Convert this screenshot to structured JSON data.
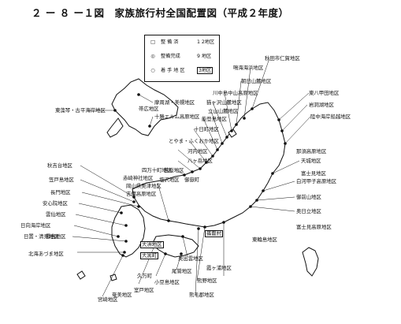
{
  "title": "２ ー ８ ー１図　家族旅行村全国配置図（平成２年度）",
  "legend": {
    "rows": [
      {
        "symbol": "□",
        "label": "整 備 済",
        "count": "1 2地区"
      },
      {
        "symbol": "◎",
        "label": "整備完成",
        "count": "9 地区"
      },
      {
        "symbol": "○",
        "label": "着 手 地 区",
        "count": "3地区"
      }
    ]
  },
  "labels": [
    {
      "id": "akita-nikaho",
      "text": "秋田市仁賀地区"
    },
    {
      "id": "narumi",
      "text": "鳴海海浜地区"
    },
    {
      "id": "asahiyama",
      "text": "朝日山麓地区"
    },
    {
      "id": "hachinohe",
      "text": "東八甲田地区"
    },
    {
      "id": "iwate",
      "text": "岩洞湖地区"
    },
    {
      "id": "rikuchu",
      "text": "陸中海岸船越地区"
    },
    {
      "id": "kawanakajima",
      "text": "川中島中山高原地区"
    },
    {
      "id": "shirakaba",
      "text": "猫ヶ沢山麓地区"
    },
    {
      "id": "tateyama",
      "text": "立山山麓地区"
    },
    {
      "id": "nose",
      "text": "能登島地区"
    },
    {
      "id": "tokamachi",
      "text": "十日町地区"
    },
    {
      "id": "echizen",
      "text": "とやま・ふくおか地区"
    },
    {
      "id": "kawachi",
      "text": "河内地区"
    },
    {
      "id": "iga",
      "text": "八ヶ岳地区"
    },
    {
      "id": "wakasa",
      "text": "若桜地区"
    },
    {
      "id": "amagi",
      "text": "天城地区"
    },
    {
      "id": "shirakawa",
      "text": "白河甲子高原地区"
    },
    {
      "id": "mito",
      "text": "御前山地区"
    },
    {
      "id": "oku",
      "text": "奥日立地区"
    },
    {
      "id": "ogasawara",
      "text": "富士見高原地区"
    },
    {
      "id": "tohoku",
      "text": "東輪島地区"
    },
    {
      "id": "akiyoshi",
      "text": "秋吉台地区"
    },
    {
      "id": "kasado",
      "text": "笠戸島地区"
    },
    {
      "id": "nagato",
      "text": "長門地区"
    },
    {
      "id": "ajimu",
      "text": "安心院地区"
    },
    {
      "id": "unzen",
      "text": "雲仙地区"
    },
    {
      "id": "hyuga",
      "text": "日向海岸地区"
    },
    {
      "id": "hayasaki",
      "text": "日置・清見地区"
    },
    {
      "id": "kirishima",
      "text": "霧島地区"
    },
    {
      "id": "ebino",
      "text": "北海あづま地区"
    },
    {
      "id": "shimanto",
      "text": "四万十町地区"
    },
    {
      "id": "kasaoka",
      "text": "赤崎神社地区"
    },
    {
      "id": "okayama",
      "text": "岡山県奥津地区"
    },
    {
      "id": "oguni",
      "text": "吉備高原地区"
    },
    {
      "id": "sanin",
      "text": "奥出雲地区"
    },
    {
      "id": "kumano",
      "text": "熊野地区"
    },
    {
      "id": "totsukawa",
      "text": "尾鷲地区"
    },
    {
      "id": "kinan",
      "text": "小豆島地区"
    },
    {
      "id": "kazu",
      "text": "大洲地区"
    },
    {
      "id": "daikoku",
      "text": "大黒町"
    },
    {
      "id": "kume",
      "text": "久万町"
    },
    {
      "id": "muroto",
      "text": "室戸地区"
    },
    {
      "id": "toyooka",
      "text": "篠籠村"
    },
    {
      "id": "kumage",
      "text": "熊毛郡地区"
    },
    {
      "id": "yakushima",
      "text": "奄美地区"
    },
    {
      "id": "miyazaki",
      "text": "宮崎地区"
    },
    {
      "id": "shiretoko",
      "text": "摩周湖・美幌地区"
    },
    {
      "id": "tokachi",
      "text": "十勝エルム高原地区"
    },
    {
      "id": "obihiro",
      "text": "帯広地区"
    },
    {
      "id": "higashi",
      "text": "東藻琴・古平海岸地区"
    },
    {
      "id": "shiozawa",
      "text": "塩沢地区"
    },
    {
      "id": "kashima",
      "text": "富士見地区"
    },
    {
      "id": "kanto",
      "text": "霞ヶ浦地区"
    },
    {
      "id": "gorin",
      "text": "御嶽町"
    },
    {
      "id": "honshu",
      "text": "那須高原地区"
    }
  ]
}
